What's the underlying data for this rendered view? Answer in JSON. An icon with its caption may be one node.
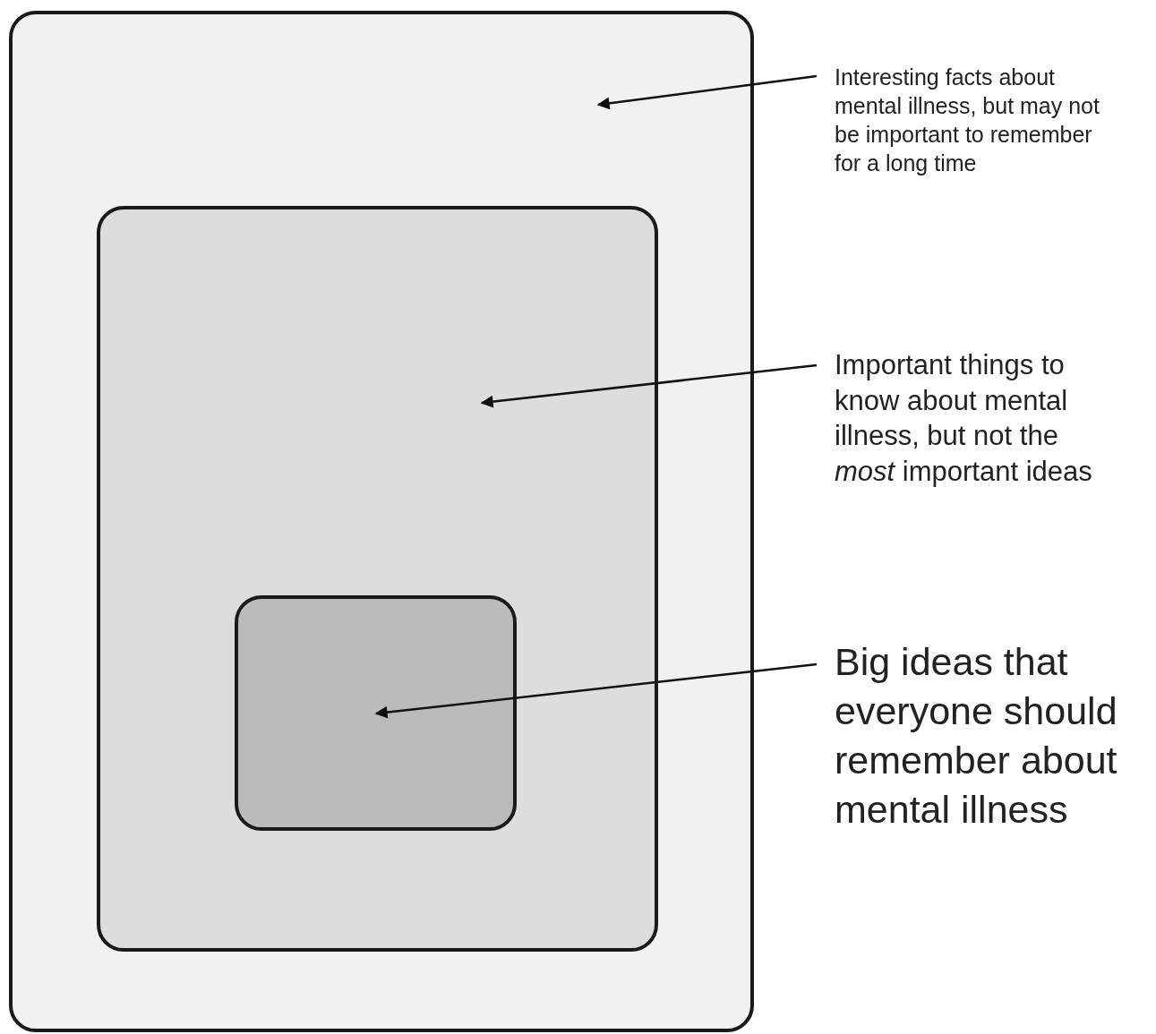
{
  "diagram": {
    "nodes": [
      {
        "text": [],
        "shape": "box"
      },
      {
        "text": [],
        "shape": "box",
        "in": 0
      },
      {
        "text": [],
        "shape": "box",
        "in": 1
      },
      {
        "text": [
          "Interesting facts about mental illness, but may not be important to remember for a long time"
        ]
      },
      {
        "text": [
          "Important things to know about mental illness, but not the *most* important ideas"
        ]
      },
      {
        "text": [
          "Big ideas that everyone should remember about mental illness"
        ]
      }
    ],
    "edges": [
      {
        "from": 3,
        "to": 0,
        "arrow": "to"
      },
      {
        "from": 4,
        "to": 1,
        "arrow": "to"
      },
      {
        "from": 5,
        "to": 2,
        "arrow": "to"
      }
    ]
  }
}
